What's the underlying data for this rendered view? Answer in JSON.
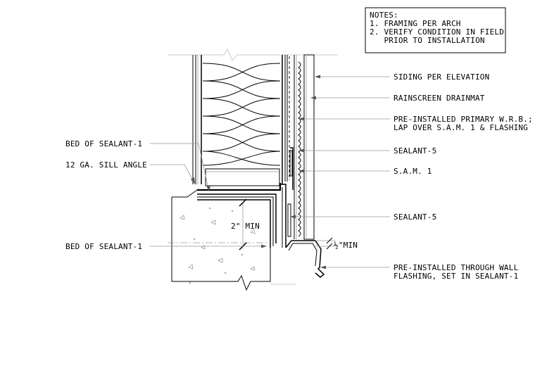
{
  "notes": {
    "title": "NOTES:",
    "items": [
      "1. FRAMING PER ARCH",
      "2. VERIFY CONDITION IN FIELD",
      "   PRIOR TO INSTALLATION"
    ]
  },
  "callouts_right": [
    "SIDING PER ELEVATION",
    "RAINSCREEN DRAINMAT",
    "PRE-INSTALLED PRIMARY W.R.B.;",
    "LAP OVER S.A.M. 1 & FLASHING",
    "SEALANT-5",
    "S.A.M. 1",
    "SEALANT-5",
    "PRE-INSTALLED THROUGH WALL",
    "FLASHING, SET IN SEALANT-1"
  ],
  "callouts_left": [
    "BED OF SEALANT-1",
    "12 GA. SILL ANGLE",
    "BED OF SEALANT-1"
  ],
  "dimensions": {
    "min_2": "2\" MIN",
    "min_half": "½\"MIN"
  },
  "colors": {
    "linework": "#000000",
    "leader": "#999999",
    "background": "#ffffff"
  }
}
